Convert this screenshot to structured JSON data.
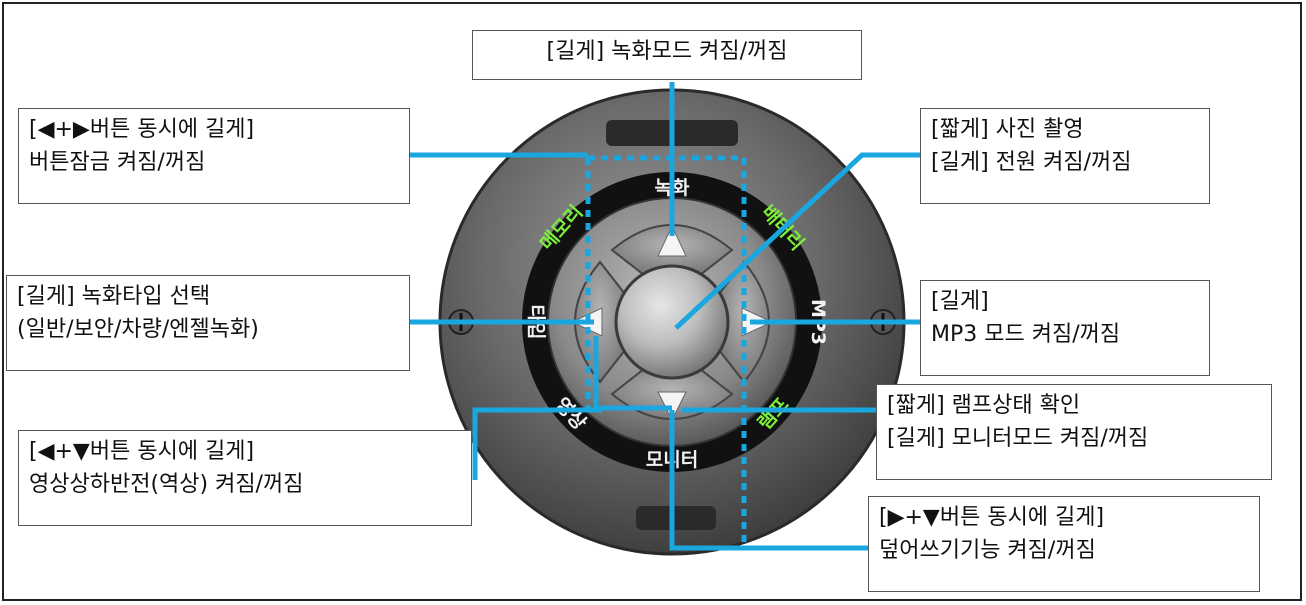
{
  "diagram": {
    "device_labels": {
      "top": "녹화",
      "left_top": "메모리",
      "right_top": "배터리",
      "left": "타입",
      "right": "MP3",
      "left_bottom": "영상",
      "right_bottom": "램프",
      "bottom": "모니터"
    },
    "callouts": {
      "top": {
        "line1": "[길게] 녹화모드 켜짐/꺼짐"
      },
      "top_left": {
        "line1": "[◀+▶버튼 동시에 길게]",
        "line2": "버튼잠금 켜짐/꺼짐"
      },
      "top_right": {
        "line1": "[짧게] 사진 촬영",
        "line2": "[길게] 전원 켜짐/꺼짐"
      },
      "mid_left": {
        "line1": "[길게] 녹화타입 선택",
        "line2": "(일반/보안/차량/엔젤녹화)"
      },
      "mid_right": {
        "line1": "[길게]",
        "line2": "MP3 모드 켜짐/꺼짐"
      },
      "low_right": {
        "line1": "[짧게] 램프상태 확인",
        "line2": "[길게] 모니터모드 켜짐/꺼짐"
      },
      "bottom_left": {
        "line1": "[◀+▼버튼 동시에 길게]",
        "line2": "영상상하반전(역상) 켜짐/꺼짐"
      },
      "bottom_right": {
        "line1": "[▶+▼버튼 동시에 길게]",
        "line2": "덮어쓰기기능 켜짐/꺼짐"
      }
    },
    "colors": {
      "leader_line": "#1aa7e0",
      "green_label": "#7cf03a",
      "white_label": "#f2f2f2",
      "device_dark": "#3a3a3a",
      "ring": "#111111"
    }
  }
}
